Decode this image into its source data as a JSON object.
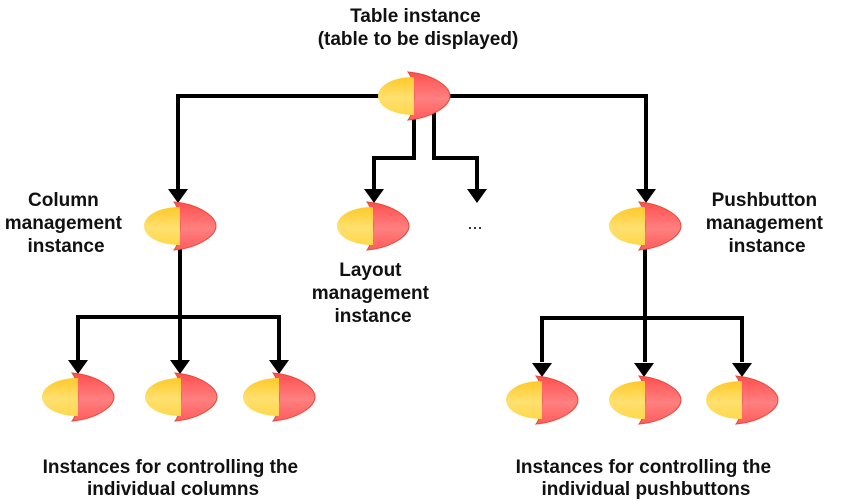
{
  "title": "Table instance hierarchy",
  "colors": {
    "node_left": "#FFD23F",
    "node_left_highlight": "#FFE58A",
    "node_right": "#FF5A5A",
    "node_right_highlight": "#FF8A8A",
    "node_edge": "#E0503A",
    "connector": "#000000",
    "text": "#111111"
  },
  "nodes": {
    "root": {
      "label_lines": [
        "Table instance",
        "(table to be displayed)"
      ]
    },
    "column_mgmt": {
      "label_lines": [
        "Column",
        "management",
        "instance"
      ]
    },
    "layout_mgmt": {
      "label_lines": [
        "Layout",
        "management",
        "instance"
      ]
    },
    "more": {
      "label": "..."
    },
    "pushbutton_mgmt": {
      "label_lines": [
        "Pushbutton",
        "management",
        "instance"
      ]
    },
    "column_children": {
      "count": 3,
      "label_lines": [
        "Instances for controlling the",
        "individual columns"
      ]
    },
    "pushbutton_children": {
      "count": 3,
      "label_lines": [
        "Instances for controlling the",
        "individual pushbuttons"
      ]
    }
  }
}
